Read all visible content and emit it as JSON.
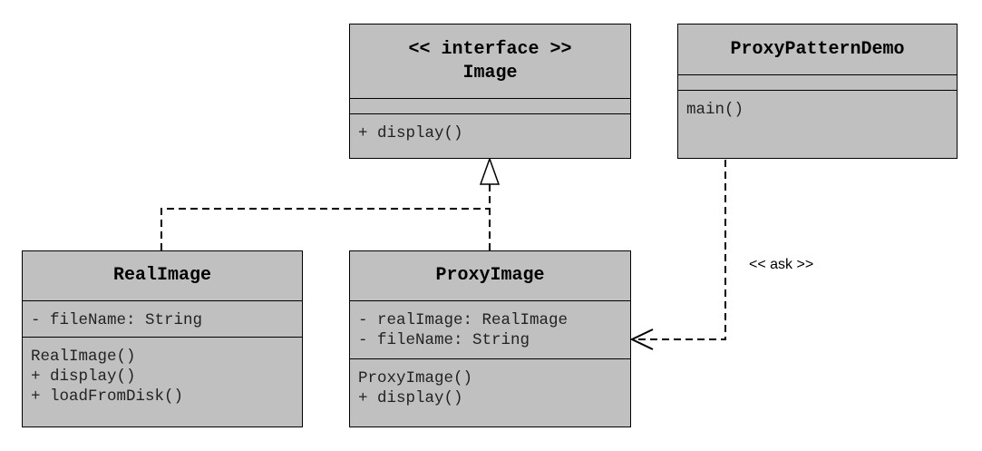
{
  "classes": {
    "image": {
      "stereotype": "<< interface >>",
      "name": "Image",
      "attributes": [],
      "operations": [
        "+ display()"
      ]
    },
    "proxy_pattern_demo": {
      "name": "ProxyPatternDemo",
      "attributes": [],
      "operations": [
        "main()"
      ]
    },
    "real_image": {
      "name": "RealImage",
      "attributes": [
        "- fileName: String"
      ],
      "operations": [
        "RealImage()",
        "+ display()",
        "+ loadFromDisk()"
      ]
    },
    "proxy_image": {
      "name": "ProxyImage",
      "attributes": [
        "- realImage: RealImage",
        "- fileName: String"
      ],
      "operations": [
        "ProxyImage()",
        "+ display()"
      ]
    }
  },
  "relations": {
    "realization": {
      "kind": "realization",
      "target": "Image",
      "sources": [
        "RealImage",
        "ProxyImage"
      ]
    },
    "dependency": {
      "kind": "dependency",
      "source": "ProxyPatternDemo",
      "target": "ProxyImage",
      "label": "<< ask >>"
    }
  }
}
